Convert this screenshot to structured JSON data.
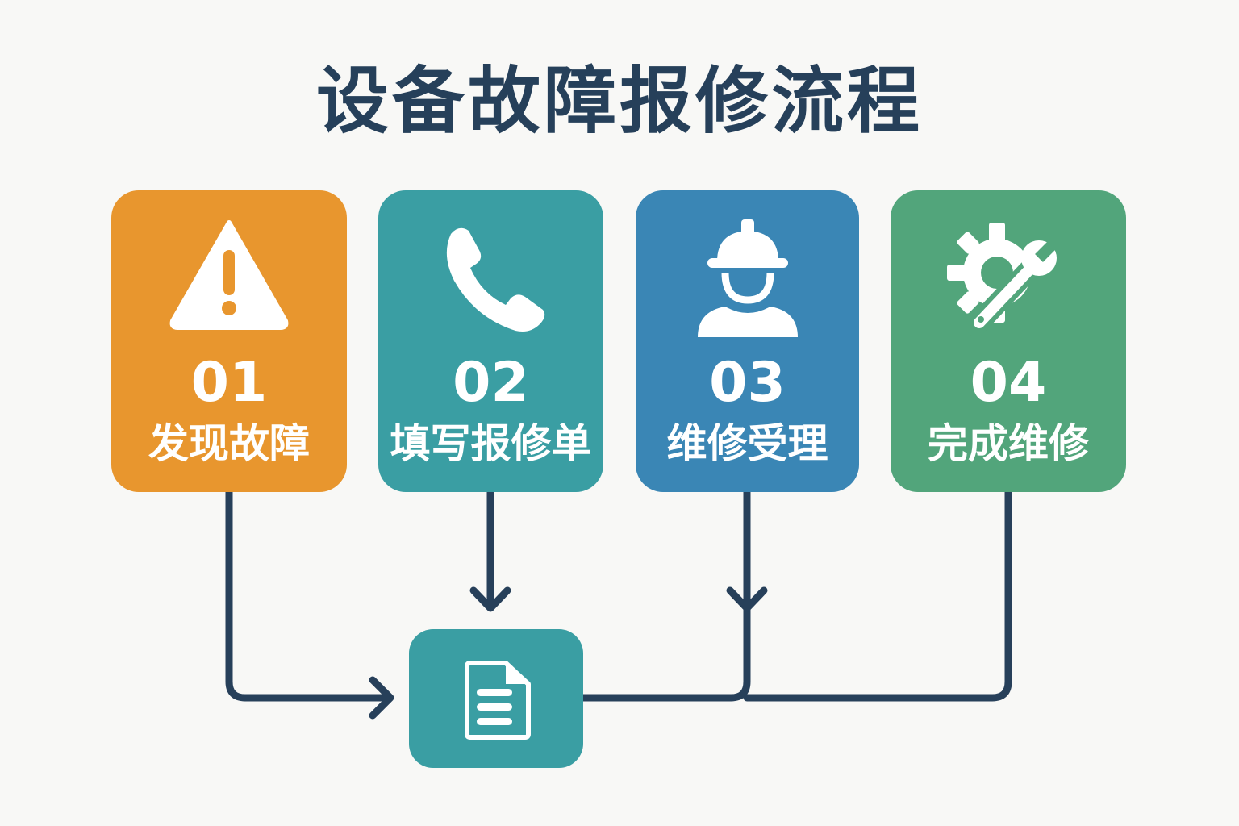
{
  "title": "设备故障报修流程",
  "colors": {
    "step1": "#E8962E",
    "step2": "#3A9EA3",
    "step3": "#3A86B5",
    "step4": "#52A57B",
    "line": "#27405A",
    "title": "#26405A"
  },
  "steps": [
    {
      "number": "01",
      "label": "发现故障",
      "icon": "warning-icon"
    },
    {
      "number": "02",
      "label": "填写报修单",
      "icon": "phone-icon"
    },
    {
      "number": "03",
      "label": "维修受理",
      "icon": "worker-icon"
    },
    {
      "number": "04",
      "label": "完成维修",
      "icon": "gear-wrench-icon"
    }
  ],
  "center_node": {
    "icon": "document-icon"
  }
}
